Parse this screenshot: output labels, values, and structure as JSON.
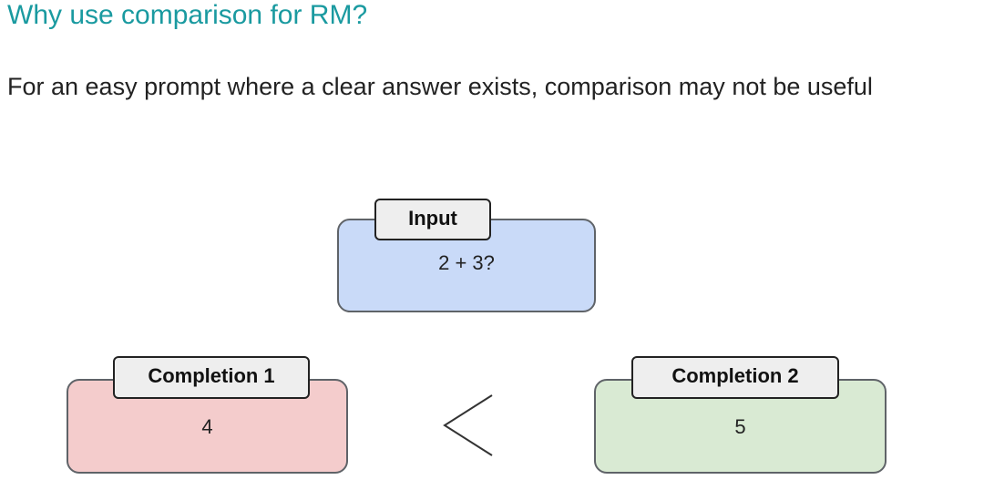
{
  "title": "Why use comparison for RM?",
  "subtitle": "For an easy prompt where a clear answer exists, comparison may not be useful",
  "input": {
    "label": "Input",
    "value": "2 + 3?",
    "color": "#c9daf8"
  },
  "completions": [
    {
      "label": "Completion 1",
      "value": "4",
      "color": "#f4cccc"
    },
    {
      "label": "Completion 2",
      "value": "5",
      "color": "#d9ead3"
    }
  ],
  "comparison_symbol_icon": "less-than-icon",
  "accent_color": "#1a9aa0"
}
